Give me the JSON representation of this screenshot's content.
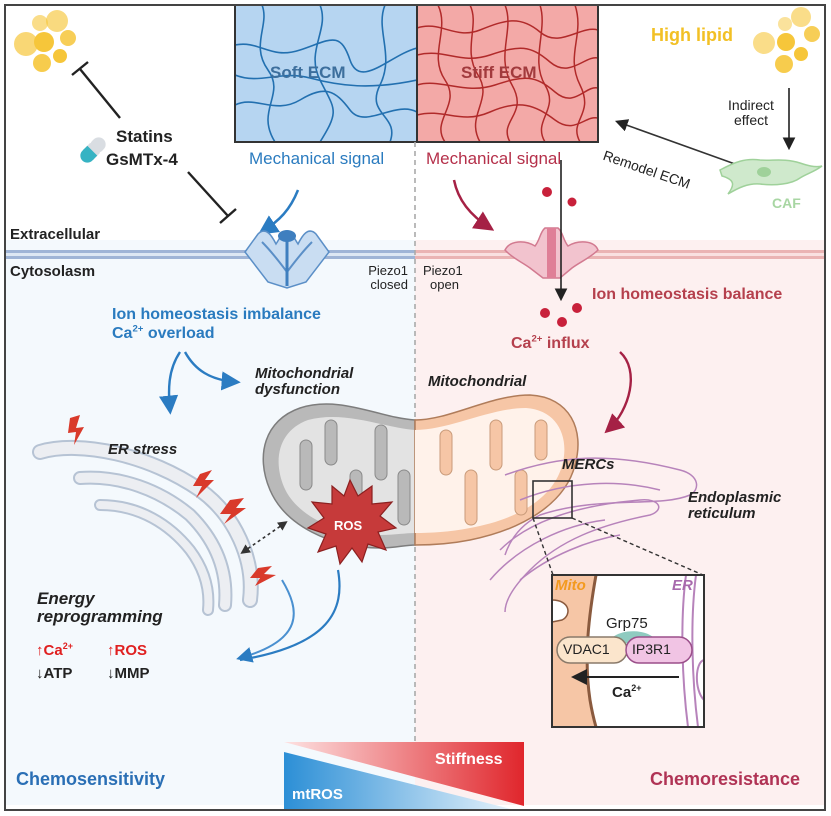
{
  "colors": {
    "blue_text": "#2a7bbf",
    "red_text": "#b5304a",
    "bright_red": "#e02020",
    "lipid_yellow": "#f2c025",
    "caf_green": "#9fd19a",
    "mito_orange": "#f39a1e",
    "er_purple": "#a86aad"
  },
  "top": {
    "soft_ecm": "Soft ECM",
    "stiff_ecm": "Stiff ECM",
    "high_lipid": "High lipid",
    "statins": "Statins",
    "gsmtx": "GsMTx-4",
    "indirect_effect_line1": "Indirect",
    "indirect_effect_line2": "effect",
    "remodel_ecm": "Remodel ECM",
    "caf": "CAF",
    "mech_signal_left": "Mechanical signal",
    "mech_signal_right": "Mechanical signal"
  },
  "membrane": {
    "extracellular": "Extracellular",
    "cytosol": "Cytosolasm",
    "piezo_closed_line1": "Piezo1",
    "piezo_closed_line2": "closed",
    "piezo_open_line1": "Piezo1",
    "piezo_open_line2": "open"
  },
  "left": {
    "ion_imbalance": "Ion homeostasis imbalance",
    "ca_overload_prefix": "Ca",
    "ca_overload_sup": "2+",
    "ca_overload_suffix": " overload",
    "mito_dys_line1": "Mitochondrial",
    "mito_dys_line2": "dysfunction",
    "er_stress": "ER stress",
    "ros": "ROS",
    "energy_line1": "Energy",
    "energy_line2": "reprogramming",
    "markers": [
      {
        "arrow": "↑",
        "text": "Ca",
        "sup": "2+",
        "direction": "up"
      },
      {
        "arrow": "↑",
        "text": "ROS",
        "sup": "",
        "direction": "up"
      },
      {
        "arrow": "↓",
        "text": "ATP",
        "sup": "",
        "direction": "down"
      },
      {
        "arrow": "↓",
        "text": "MMP",
        "sup": "",
        "direction": "down"
      }
    ],
    "outcome": "Chemosensitivity"
  },
  "right": {
    "ion_balance": "Ion homeostasis balance",
    "ca_influx_prefix": "Ca",
    "ca_influx_sup": "2+",
    "ca_influx_suffix": " influx",
    "mitochondrial": "Mitochondrial",
    "mercs": "MERCs",
    "er_line1": "Endoplasmic",
    "er_line2": "reticulum",
    "outcome": "Chemoresistance"
  },
  "inset": {
    "mito": "Mito",
    "er": "ER",
    "grp75": "Grp75",
    "vdac1": "VDAC1",
    "ip3r1": "IP3R1",
    "ca_prefix": "Ca",
    "ca_sup": "2+"
  },
  "gradient": {
    "stiffness": "Stiffness",
    "mtros": "mtROS"
  }
}
